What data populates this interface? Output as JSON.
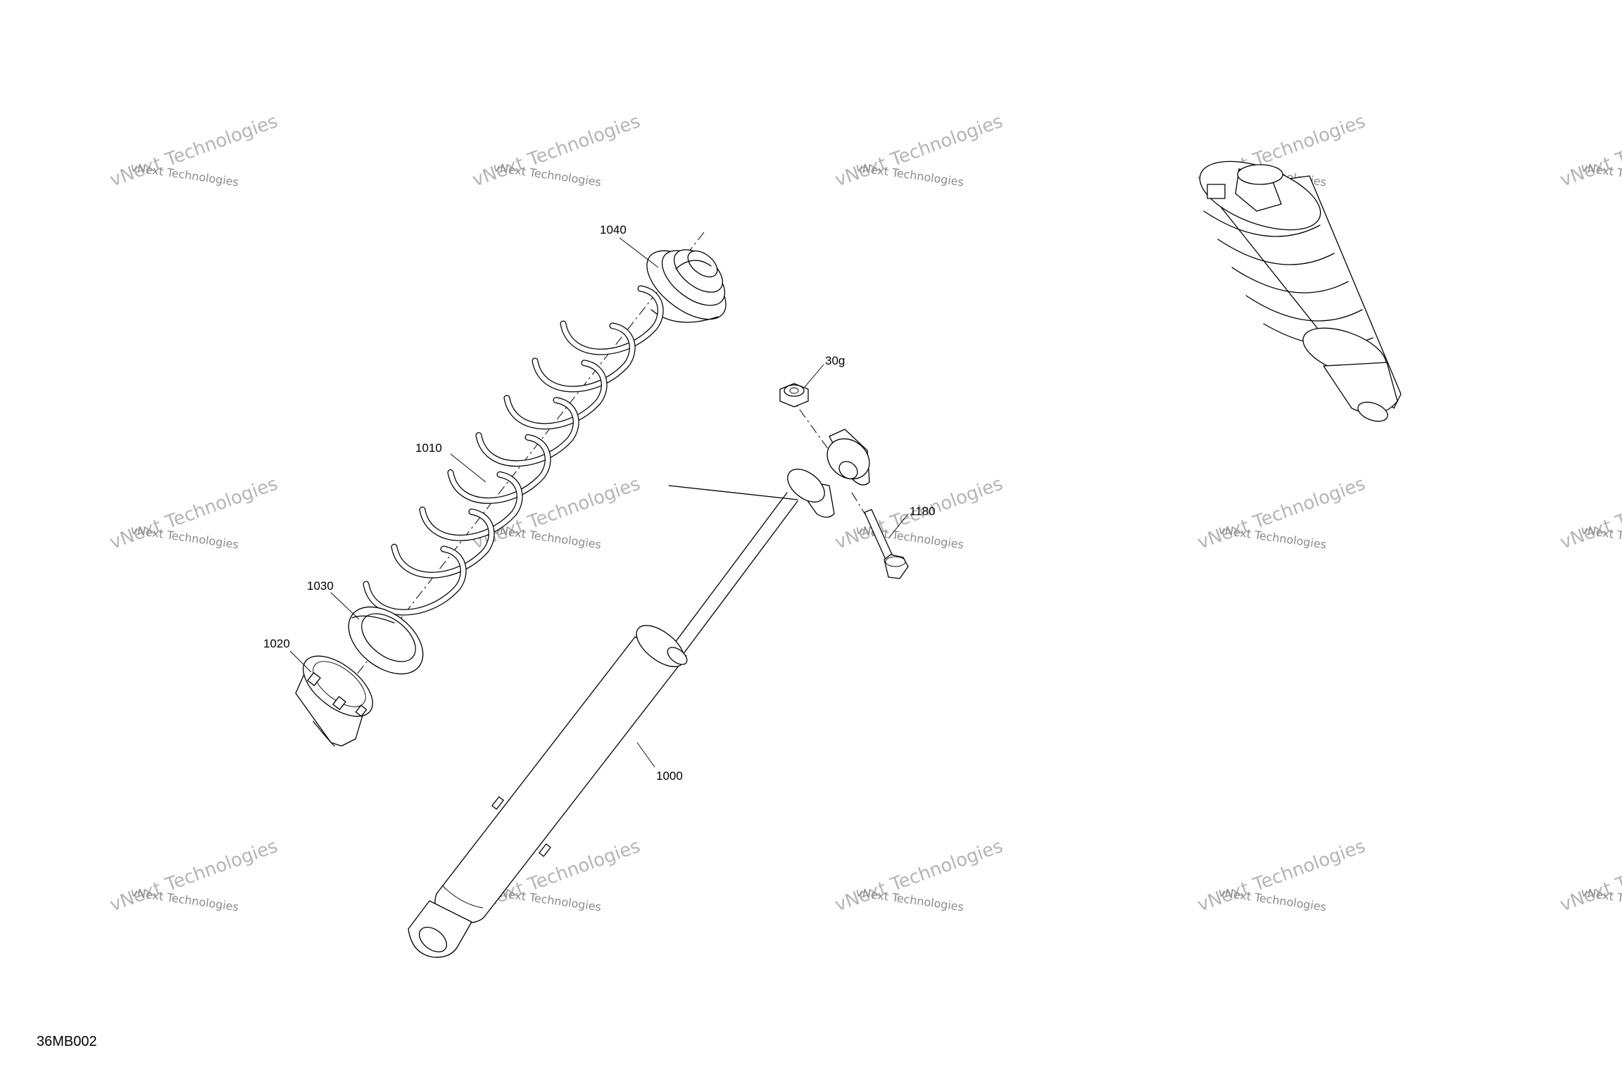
{
  "diagram": {
    "figure_code": "36MB002",
    "callouts": [
      {
        "id": "c1040",
        "label": "1040"
      },
      {
        "id": "c1010",
        "label": "1010"
      },
      {
        "id": "c1030",
        "label": "1030"
      },
      {
        "id": "c1020",
        "label": "1020"
      },
      {
        "id": "c30g",
        "label": "30g"
      },
      {
        "id": "c1180",
        "label": "1180"
      },
      {
        "id": "c1000",
        "label": "1000"
      }
    ]
  },
  "watermark": {
    "line_big": "vNext Technologies",
    "line_small": "vNext Technologies"
  }
}
